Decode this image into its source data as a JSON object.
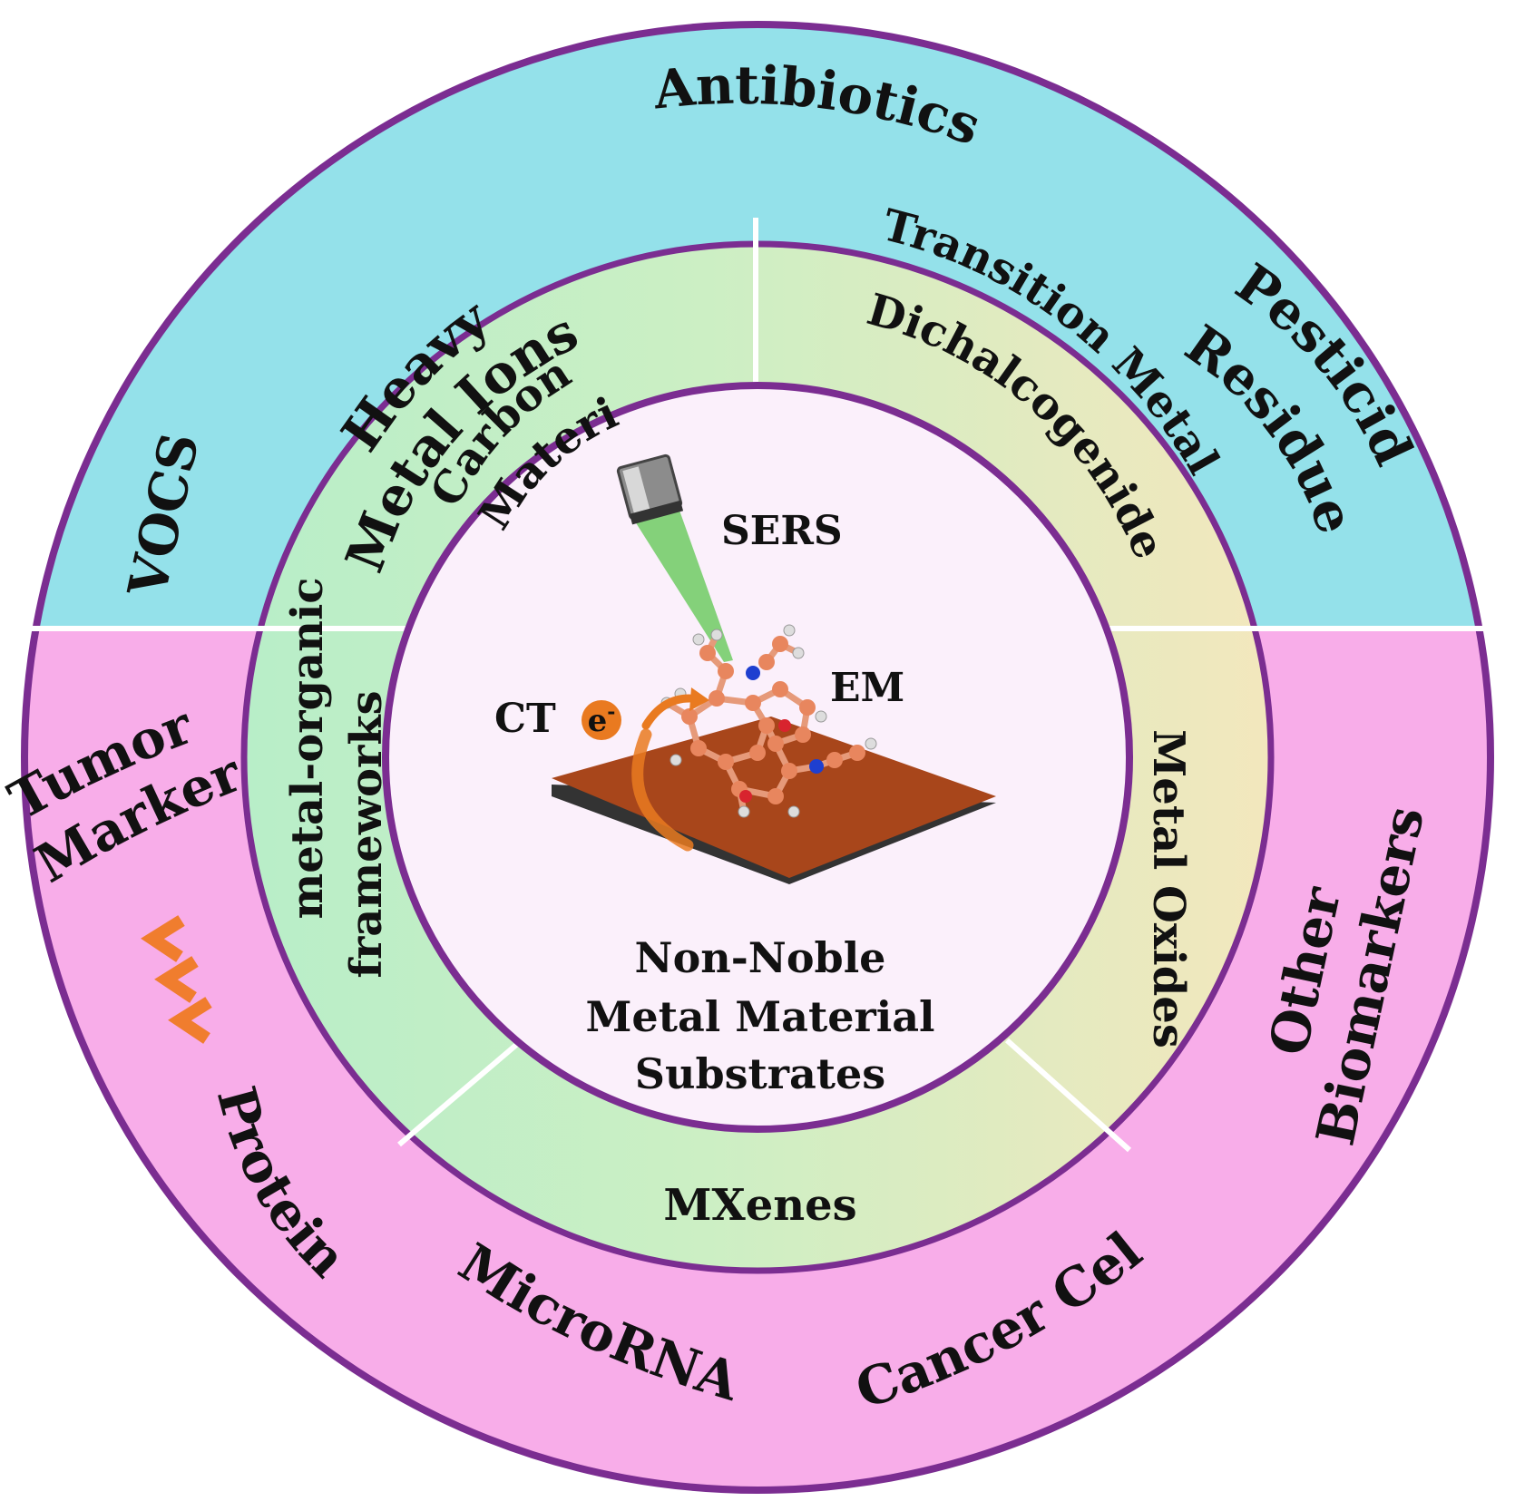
{
  "colors": {
    "outer_top": "#94E1EA",
    "outer_bottom": "#F8ADE9",
    "ring_green": "#B8EEC8",
    "ring_yellow": "#F3E7BD",
    "center_fill": "#FBF0FB",
    "border_purple": "#7B2D91",
    "divider": "#FFFFFF",
    "substrate": "#A8461B",
    "electron": "#E97A20",
    "beam": "#6FCB63",
    "chevron": "#F07D2E"
  },
  "outer_ring": {
    "top": [
      "Antibiotics",
      "Heavy",
      "Metal Ions",
      "Pesticide",
      "Residues",
      "VOCS"
    ],
    "bottom": [
      "Tumor",
      "Markers",
      "Protein",
      "MicroRNAs",
      "Cancer Cells",
      "Other",
      "Biomarkers"
    ]
  },
  "middle_ring": {
    "carbon": [
      "Carbon",
      "Materials"
    ],
    "tmd": [
      "Transition Metal",
      "Dichalcogenides"
    ],
    "mof": [
      "metal-organic",
      "frameworks"
    ],
    "oxides": "Metal Oxides",
    "mxenes": "MXenes"
  },
  "center": {
    "sers": "SERS",
    "em": "EM",
    "ct": "CT",
    "electron": "e",
    "electron_sup": "-",
    "title": [
      "Non-Noble",
      "Metal Material",
      "Substrates"
    ]
  },
  "icons": {
    "chevrons": "triple-chevron-left-icon",
    "laser": "laser-probe-icon"
  }
}
